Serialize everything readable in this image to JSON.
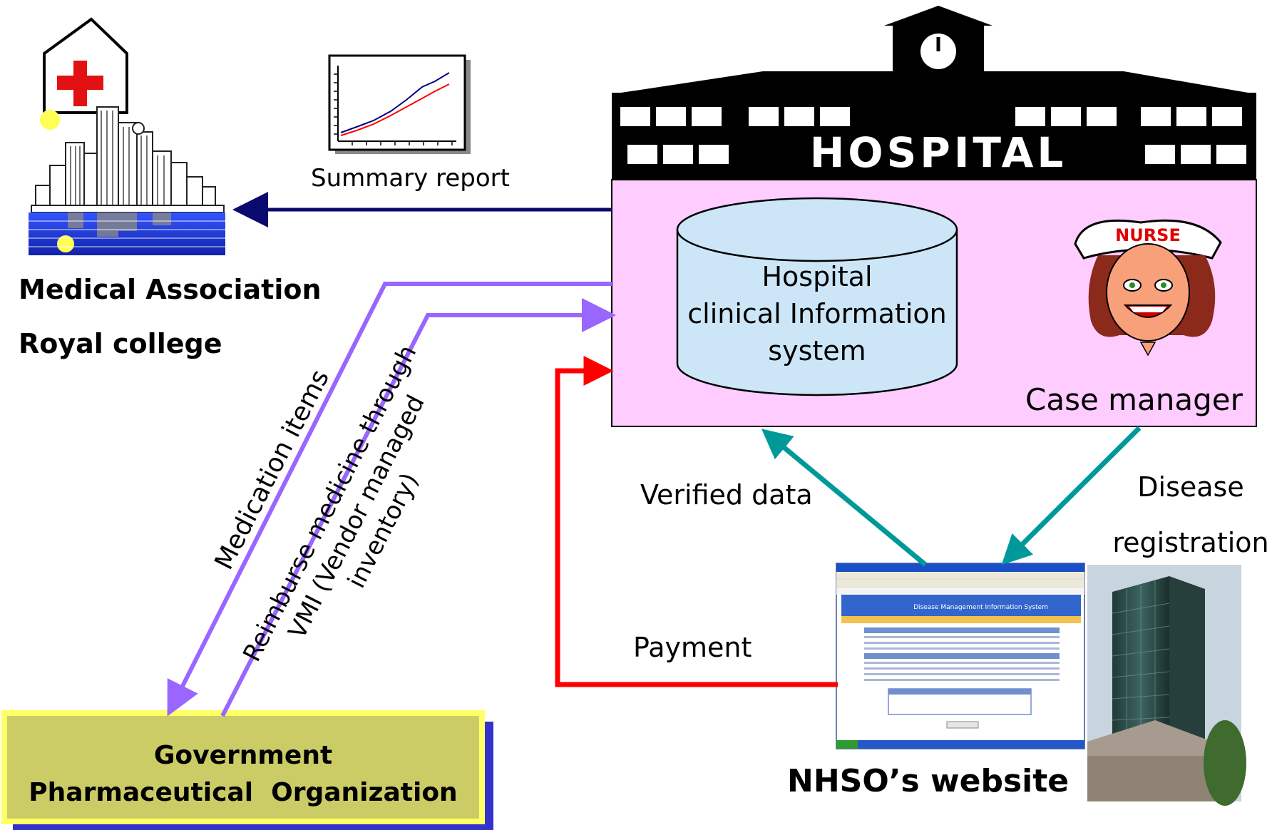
{
  "nodes": {
    "medical_association": "Medical Association",
    "royal_college": "Royal college",
    "hospital_sign": "HOSPITAL",
    "his_line1": "Hospital",
    "his_line2": "clinical Information",
    "his_line3": "system",
    "nurse_cap": "NURSE",
    "case_manager": "Case manager",
    "gpo_line1": "Government",
    "gpo_line2": "Pharmaceutical  Organization",
    "nhso_website": "NHSO’s website",
    "website_banner": "Disease Management Information System"
  },
  "edges": {
    "summary_report": "Summary report",
    "medication_items": "Medication items",
    "reimburse_line1": "Reimburse medicine through",
    "reimburse_line2": "VMI (Vendor managed",
    "reimburse_line3": "inventory)",
    "verified_data": "Verified data",
    "disease_line1": "Disease",
    "disease_line2": "registration",
    "payment": "Payment"
  },
  "colors": {
    "navy_arrow": "#0a0a6e",
    "violet_arrow": "#9966ff",
    "red_arrow": "#ff0000",
    "teal_arrow": "#009999",
    "hospital_fill": "#ffccff",
    "cylinder_fill": "#cce6f7",
    "gpo_fill": "#cccc66",
    "gpo_border": "#ffff66",
    "gpo_shadow": "#3333cc"
  }
}
